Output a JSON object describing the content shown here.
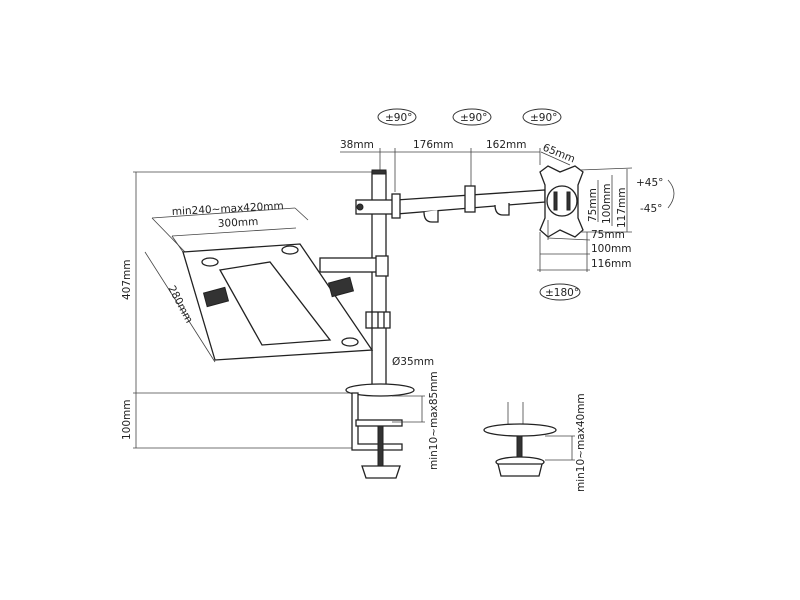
{
  "rotation": {
    "joint1": "±90°",
    "joint2": "±90°",
    "joint3": "±90°",
    "rotate": "±180°",
    "tilt_up": "+45°",
    "tilt_down": "-45°"
  },
  "arm_dims": {
    "offset": "38mm",
    "segment1": "176mm",
    "segment2": "162mm",
    "head": "65mm"
  },
  "vesa": {
    "height_75": "75mm",
    "height_100": "100mm",
    "height_117": "117mm",
    "width_75": "75mm",
    "width_100": "100mm",
    "width_116": "116mm"
  },
  "tray": {
    "adjust_width": "min240~max420mm",
    "width": "300mm",
    "depth": "280mm"
  },
  "pole": {
    "height": "407mm",
    "diameter": "Ø35mm",
    "clamp_height": "100mm"
  },
  "mounting": {
    "clamp_range": "min10~max85mm",
    "grommet_range": "min10~max40mm"
  }
}
